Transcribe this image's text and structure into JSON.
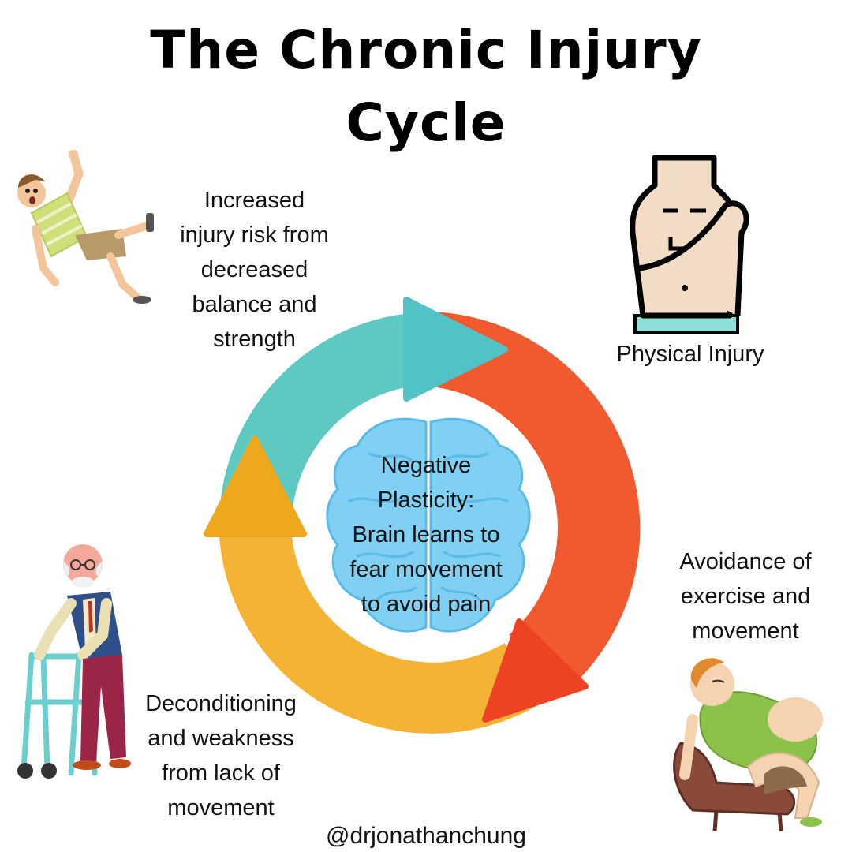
{
  "title": {
    "line1": "The Chronic Injury",
    "line2": "Cycle"
  },
  "labels": {
    "injury_risk": [
      "Increased",
      "injury risk from",
      "decreased",
      "balance and",
      "strength"
    ],
    "physical_injury": "Physical Injury",
    "avoidance": [
      "Avoidance of",
      "exercise and",
      "movement"
    ],
    "deconditioning": [
      "Deconditioning",
      "and weakness",
      "from lack of",
      "movement"
    ]
  },
  "center": [
    "Negative",
    "Plasticity:",
    "Brain learns to",
    "fear movement",
    "to avoid pain"
  ],
  "handle": "@drjonathanchung",
  "colors": {
    "teal": "#5ec8c2",
    "orange_red": "#f05a2e",
    "yellow": "#f5b335",
    "brain_blue": "#7fd0f2"
  },
  "icons": [
    "falling-man-icon",
    "shoulder-injury-icon",
    "elderly-walker-icon",
    "resting-person-icon",
    "brain-icon"
  ]
}
